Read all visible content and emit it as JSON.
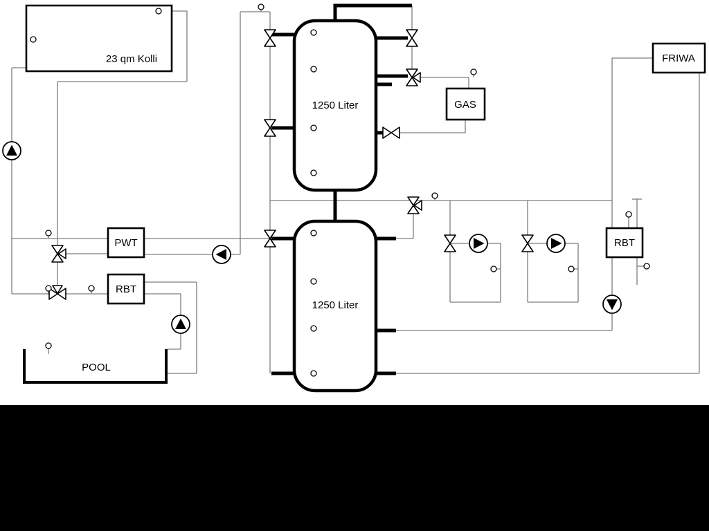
{
  "diagram": {
    "collector_label": "23 qm Kolli",
    "tank_top_label": "1250 Liter",
    "tank_bottom_label": "1250 Liter",
    "gas_label": "GAS",
    "friwa_label": "FRIWA",
    "pwt_label": "PWT",
    "rbt_left_label": "RBT",
    "rbt_right_label": "RBT",
    "pool_label": "POOL"
  },
  "legend": {
    "pump_icon": "circle with filled triangle showing flow direction",
    "valve_icon": "bowtie (hourglass) valve symbol",
    "three_way_valve_icon": "bowtie valve with third branch triangle",
    "sensor_icon": "small circle with stub line (temperature sensor)"
  },
  "colors": {
    "background": "#ffffff",
    "letterbox": "#000000",
    "pipe_thick": "#000000",
    "pipe_thin": "#7d7d7d",
    "symbol_fill": "#ffffff",
    "text": "#000000"
  }
}
